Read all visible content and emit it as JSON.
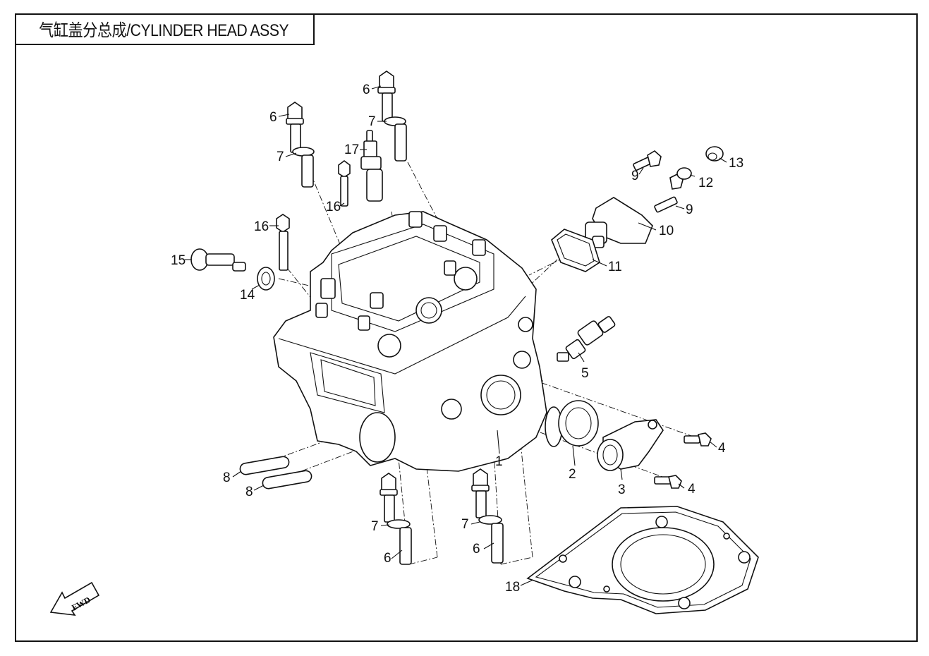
{
  "title": "气缸盖分总成/CYLINDER HEAD ASSY",
  "fwd_label": "FWD",
  "callouts": [
    "1",
    "2",
    "3",
    "4",
    "4",
    "5",
    "6",
    "6",
    "6",
    "6",
    "7",
    "7",
    "7",
    "7",
    "8",
    "8",
    "9",
    "9",
    "10",
    "11",
    "12",
    "13",
    "14",
    "15",
    "16",
    "16",
    "17",
    "18"
  ]
}
